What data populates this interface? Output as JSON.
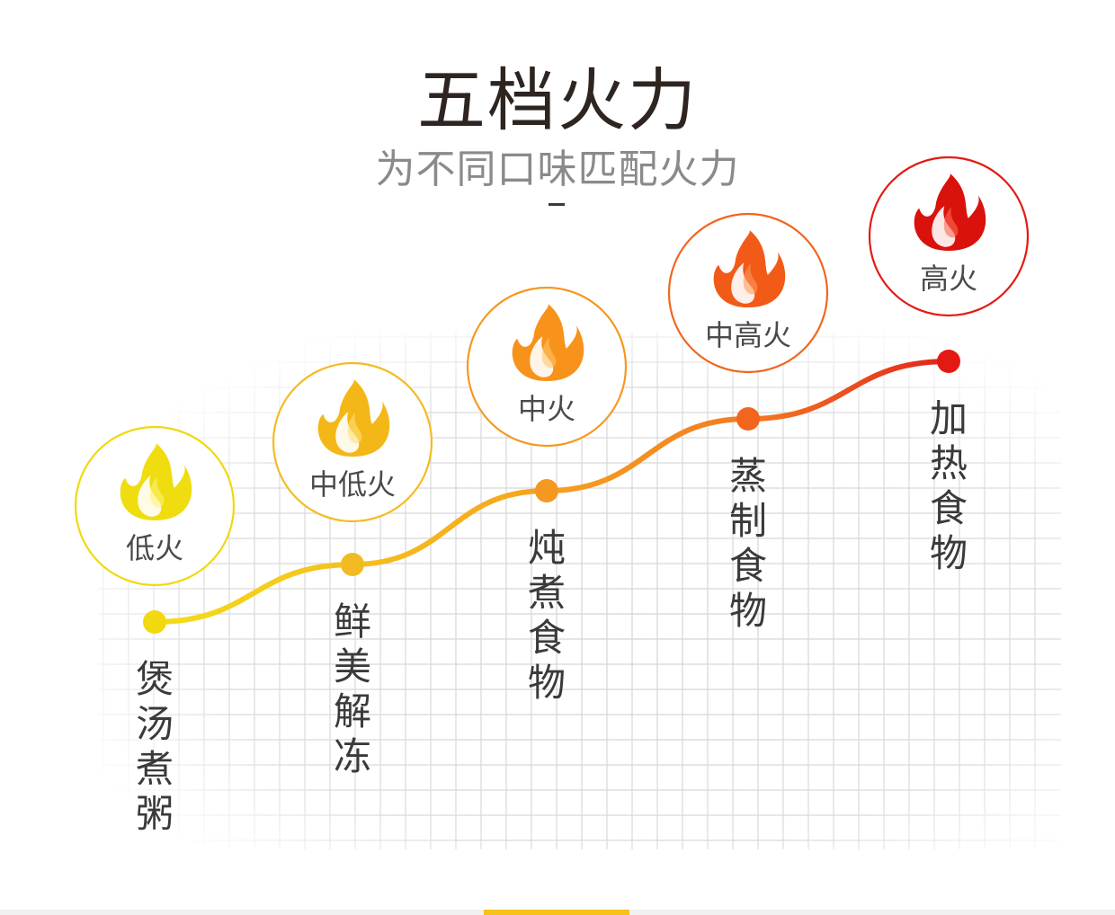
{
  "title": "五档火力",
  "subtitle": "为不同口味匹配火力",
  "levels": [
    {
      "name": "低火",
      "use": "煲汤煮粥",
      "color": "#f1d80f",
      "flame": "#f0dd10",
      "flame_light": "#fff27a",
      "step": 1
    },
    {
      "name": "中低火",
      "use": "鲜美解冻",
      "color": "#f3bb22",
      "flame": "#f3b817",
      "flame_light": "#ffe07a",
      "step": 2
    },
    {
      "name": "中火",
      "use": "炖煮食物",
      "color": "#f59822",
      "flame": "#f7921a",
      "flame_light": "#ffc56a",
      "step": 3
    },
    {
      "name": "中高火",
      "use": "蒸制食物",
      "color": "#f2651f",
      "flame": "#f25a17",
      "flame_light": "#ff9a5e",
      "step": 4
    },
    {
      "name": "高火",
      "use": "加热食物",
      "color": "#e31a14",
      "flame": "#d9120c",
      "flame_light": "#ff6a55",
      "step": 5
    }
  ]
}
